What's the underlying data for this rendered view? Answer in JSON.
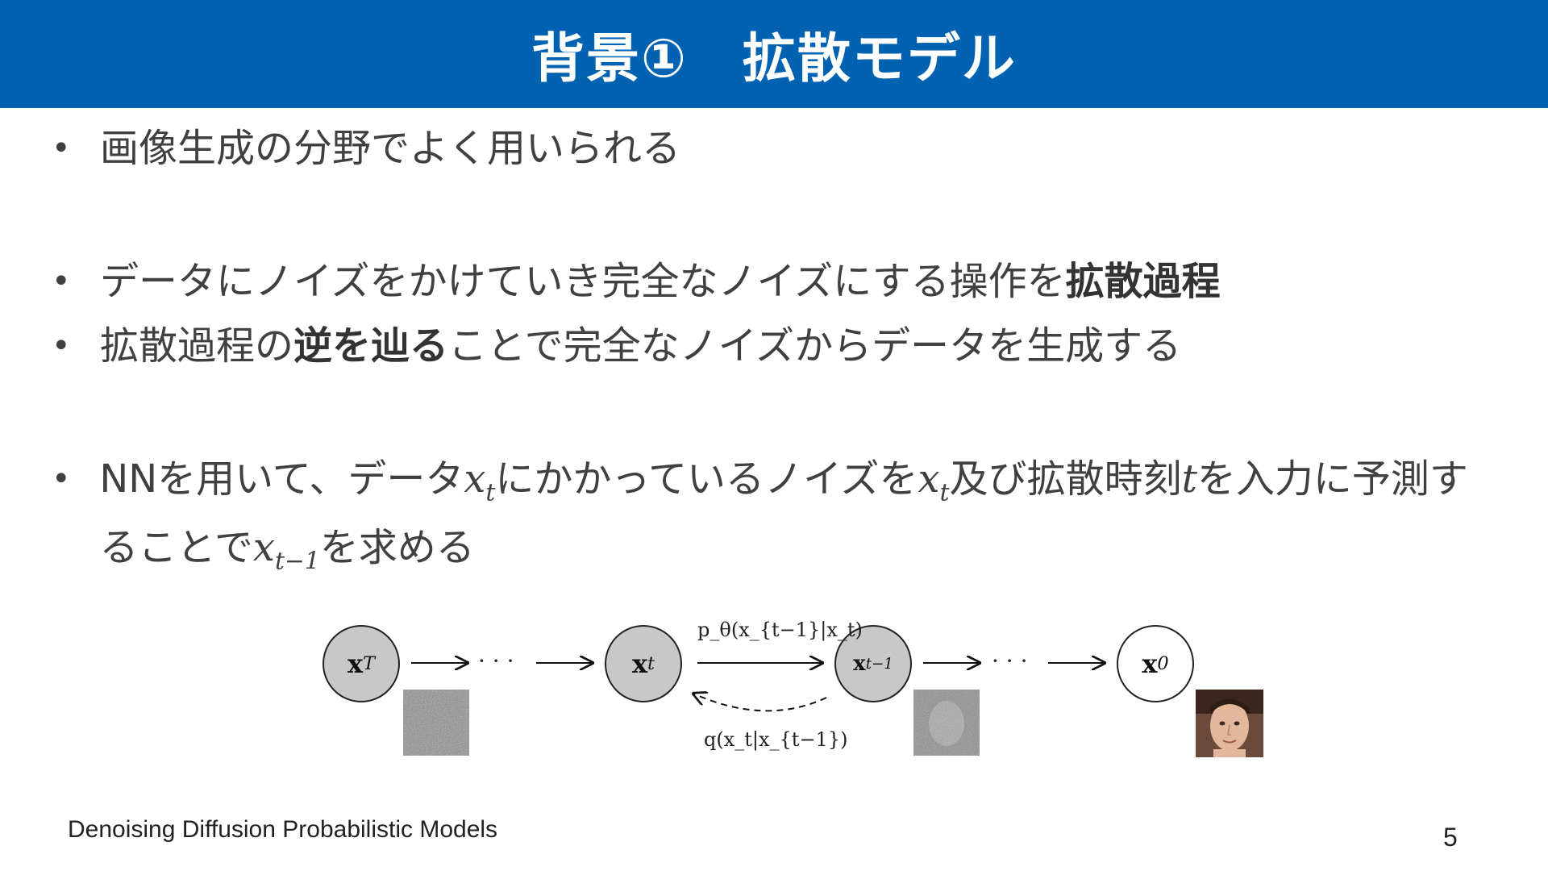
{
  "header": {
    "title": "背景①　拡散モデル"
  },
  "bullets": {
    "b1": "画像生成の分野でよく用いられる",
    "b2_pre": "データにノイズをかけていき完全なノイズにする操作を",
    "b2_bold": "拡散過程",
    "b3_pre": "拡散過程の",
    "b3_bold": "逆を辿る",
    "b3_post": "ことで完全なノイズからデータを生成する",
    "b4_a": "NNを用いて、データ",
    "b4_b": "にかかっているノイズを",
    "b4_c": "及び拡散時刻",
    "b4_d": "を入力に予測することで",
    "b4_e": "を求める",
    "var_x": "x",
    "var_t": "t",
    "var_t1": "t−1"
  },
  "diagram": {
    "nodes": [
      {
        "main": "x",
        "sub": "T"
      },
      {
        "main": "x",
        "sub": "t"
      },
      {
        "main": "x",
        "sub": "t−1"
      },
      {
        "main": "x",
        "sub": "0"
      }
    ],
    "ellipsis": "· · ·",
    "forward_label": "p_θ(x_{t−1}|x_t)",
    "reverse_label": "q(x_t|x_{t−1})"
  },
  "footer": {
    "reference": "Denoising Diffusion Probabilistic Models",
    "page_number": "5"
  },
  "colors": {
    "header_bg": "#0062b1",
    "header_text": "#ffffff",
    "body_text": "#404040"
  }
}
